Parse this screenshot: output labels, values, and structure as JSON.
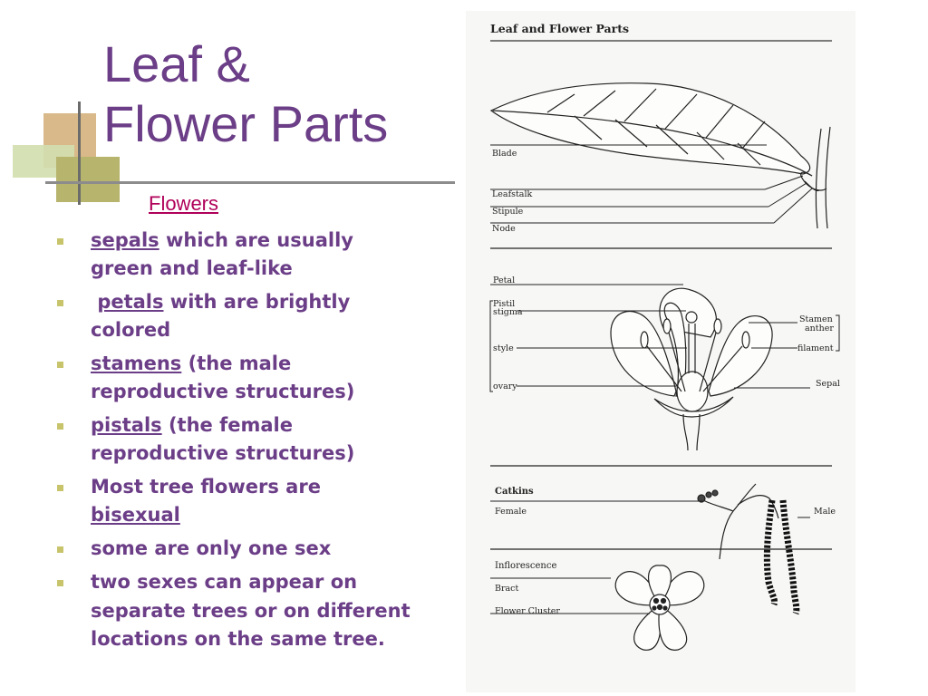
{
  "slide": {
    "title_line1": "Leaf &",
    "title_line2": "Flower Parts",
    "subheading": "Flowers",
    "bullets": [
      {
        "term": "sepals",
        "text": " which are usually green and leaf-like"
      },
      {
        "term": "petals",
        "text": " with are brightly colored"
      },
      {
        "term": "stamens",
        "text": " (the male reproductive structures)"
      },
      {
        "term": "pistals",
        "text": " (the female reproductive structures)"
      },
      {
        "text": "Most tree flowers are ",
        "term": "bisexual"
      },
      {
        "text": "some are only one sex"
      },
      {
        "text": "two sexes can appear on"
      },
      {
        "text": "separate trees or on different locations on the same tree."
      }
    ]
  },
  "diagram": {
    "title": "Leaf and Flower Parts",
    "leaf_labels": {
      "blade": "Blade",
      "leafstalk": "Leafstalk",
      "stipule": "Stipule",
      "node": "Node"
    },
    "flower_labels": {
      "petal": "Petal",
      "pistil": "Pistil",
      "stigma": "stigma",
      "style": "style",
      "ovary": "ovary",
      "stamen": "Stamen",
      "anther": "anther",
      "filament": "filament",
      "sepal": "Sepal"
    },
    "catkin_labels": {
      "catkins": "Catkins",
      "female": "Female",
      "male": "Male"
    },
    "inflorescence_labels": {
      "inflorescence": "Inflorescence",
      "bract": "Bract",
      "flower_cluster": "Flower Cluster"
    }
  },
  "colors": {
    "title": "#6b3e87",
    "subheading": "#b0005a",
    "bullet": "#c7c46b",
    "tan": "#d9b98a",
    "olive": "#b7b46d"
  }
}
